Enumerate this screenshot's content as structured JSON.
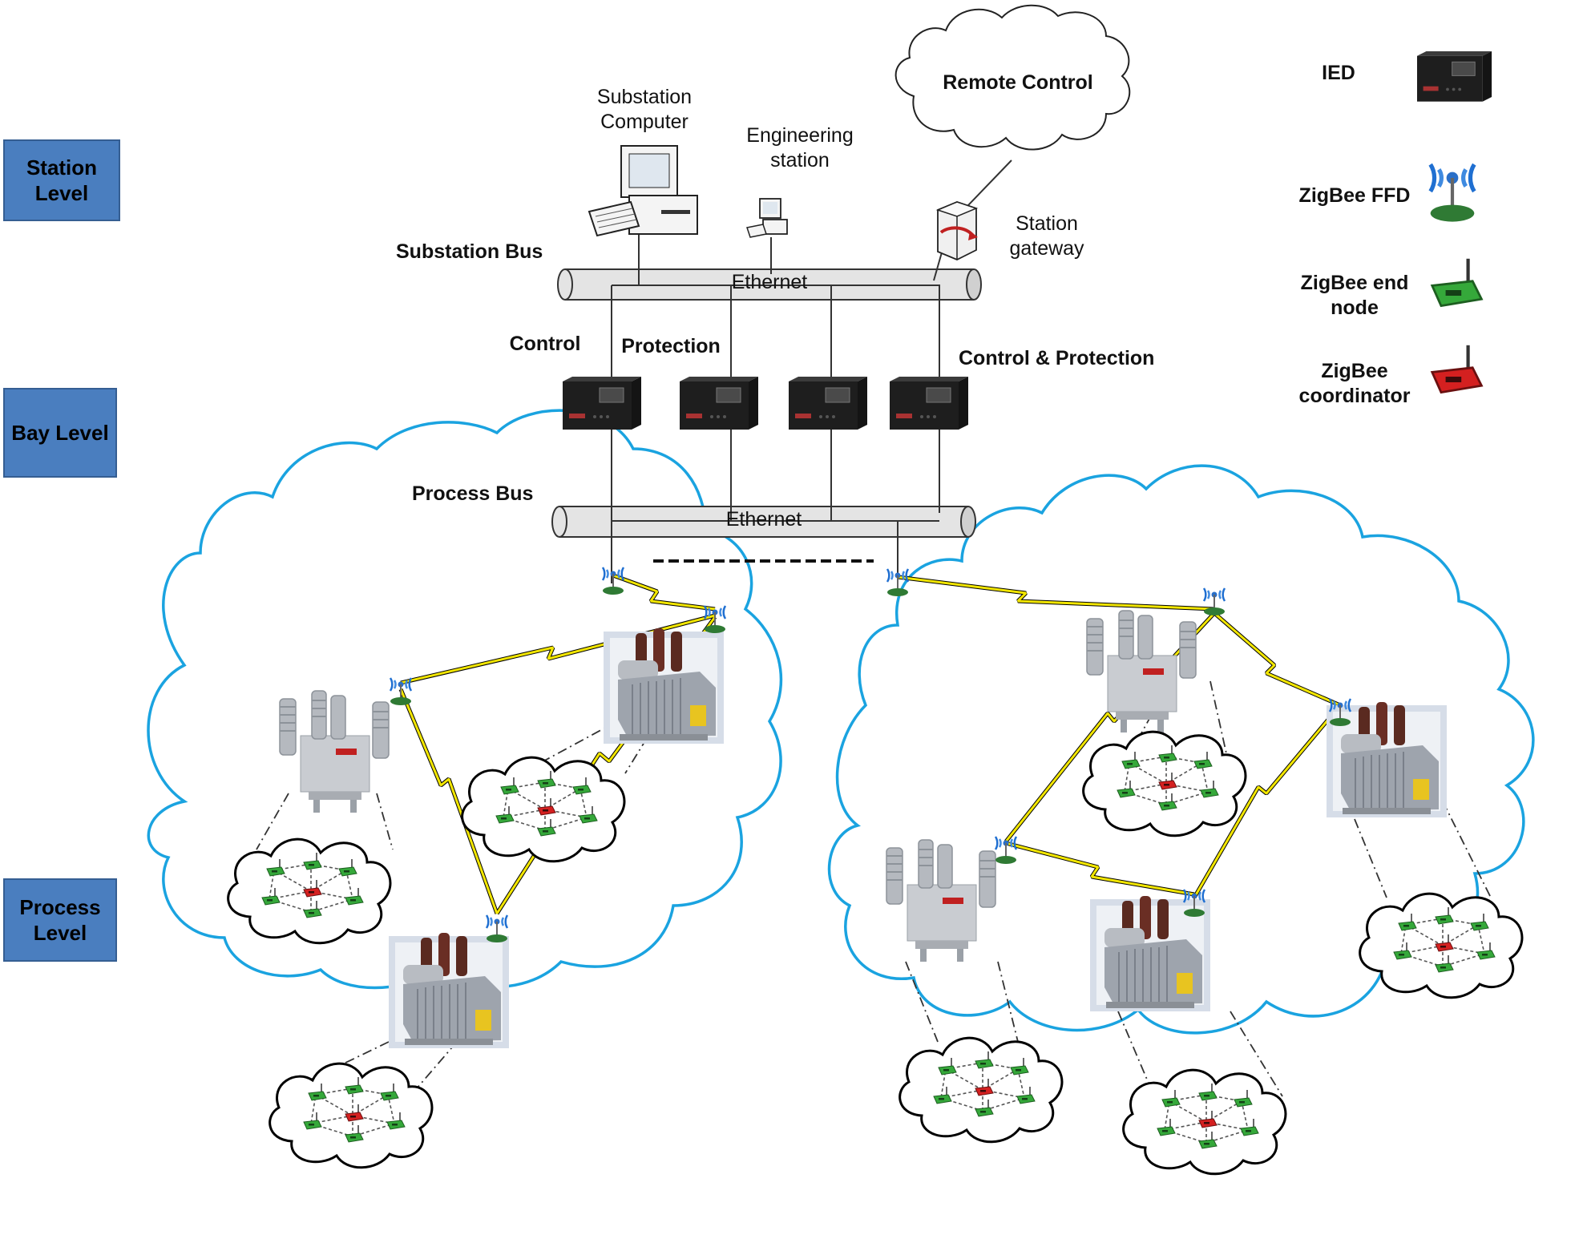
{
  "levels": {
    "station": "Station\nLevel",
    "bay": "Bay Level",
    "process": "Process\nLevel"
  },
  "station_devices": {
    "substation_computer": "Substation\nComputer",
    "engineering_station": "Engineering\nstation",
    "station_gateway": "Station\ngateway",
    "remote_control": "Remote Control"
  },
  "buses": {
    "substation_bus_label": "Substation Bus",
    "substation_bus_text": "Ethernet",
    "process_bus_label": "Process Bus",
    "process_bus_text": "Ethernet"
  },
  "ieds": {
    "control": "Control",
    "protection": "Protection",
    "control_protection": "Control & Protection"
  },
  "legend": {
    "ied": "IED",
    "zigbee_ffd": "ZigBee FFD",
    "zigbee_end_node": "ZigBee end\nnode",
    "zigbee_coordinator": "ZigBee\ncoordinator"
  },
  "colors": {
    "level_box": "#4a7ebf",
    "process_cloud": "#1aa3e0",
    "wireless_link": "#f2e600",
    "end_node": "#2e9a2e",
    "coordinator": "#d42020",
    "ied_body": "#2a2a2a",
    "ffd_antenna": "#1f6fd1"
  },
  "icons": {
    "computer": "desktop-computer-icon",
    "workstation": "engineering-workstation-icon",
    "server": "gateway-server-icon",
    "ied": "ied-relay-icon",
    "ffd": "zigbee-ffd-antenna-icon",
    "end_node": "zigbee-end-node-icon",
    "coordinator": "zigbee-coordinator-icon",
    "transformer": "power-transformer-icon",
    "breaker": "circuit-breaker-icon"
  }
}
